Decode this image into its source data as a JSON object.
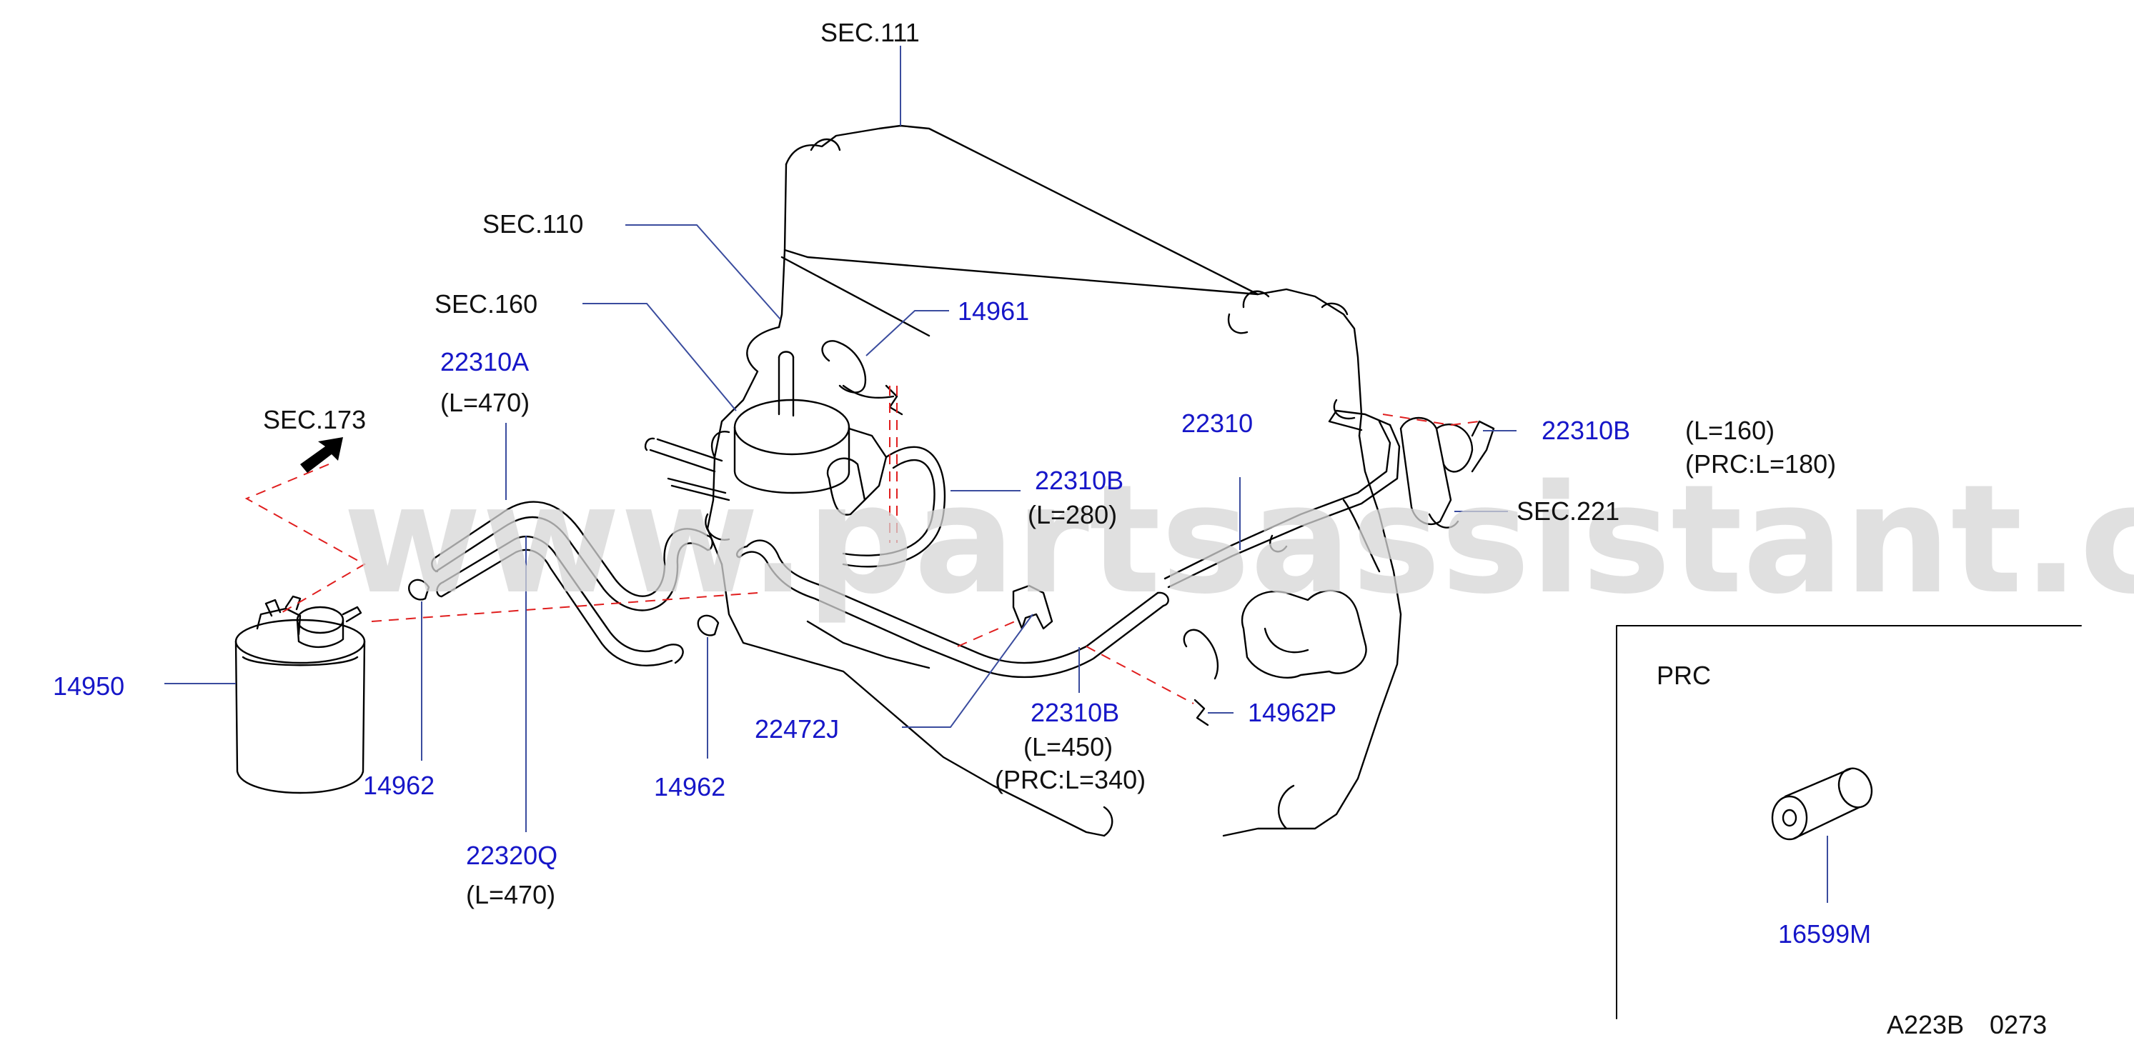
{
  "watermark": "www.partsassistant.com",
  "labels": {
    "sec111": "SEC.111",
    "sec110": "SEC.110",
    "sec160": "SEC.160",
    "sec173": "SEC.173",
    "sec221": "SEC.221",
    "p22310A": "22310A",
    "p22310A_len": "(L=470)",
    "p14961": "14961",
    "p22310": "22310",
    "p22310B_top": "22310B",
    "p22310B_top_len": "(L=160)",
    "p22310B_top_prc": "(PRC:L=180)",
    "p22310B_mid": "22310B",
    "p22310B_mid_len": "(L=280)",
    "p14950": "14950",
    "p14962_left": "14962",
    "p14962_mid": "14962",
    "p22320Q": "22320Q",
    "p22320Q_len": "(L=470)",
    "p22472J": "22472J",
    "p22310B_low": "22310B",
    "p22310B_low_len": "(L=450)",
    "p22310B_low_prc": "(PRC:L=340)",
    "p14962P": "14962P",
    "prc_title": "PRC",
    "p16599M": "16599M",
    "ref_code": "A223B",
    "ref_num": "0273"
  },
  "colors": {
    "part_number": "#1616c8",
    "reference": "#111111",
    "leader": "#3a4c9e",
    "connection_dash": "#e01e1e",
    "watermark": "#d6d6d6"
  },
  "icons": {
    "direction_arrow": "arrow-up-right-icon"
  }
}
